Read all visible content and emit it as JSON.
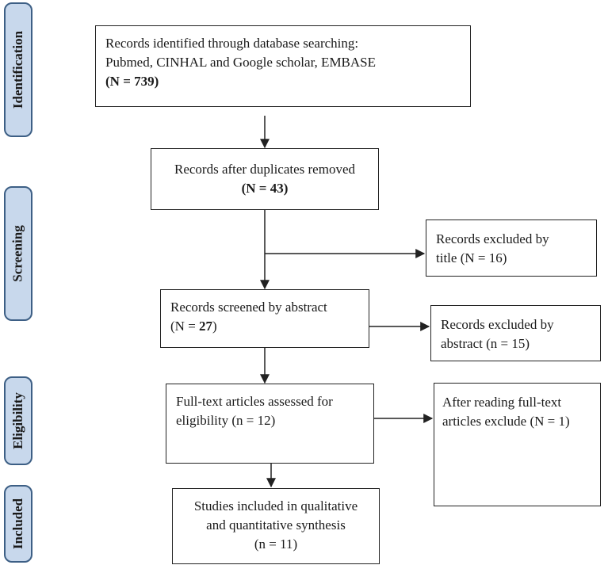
{
  "phases": {
    "identification": "Identification",
    "screening": "Screening",
    "eligibility": "Eligibility",
    "included": "Included"
  },
  "boxes": {
    "identified": {
      "line1": "Records identified through database searching:",
      "line2": "Pubmed, CINHAL and Google scholar, EMBASE",
      "count": "(N = 739)"
    },
    "duplicates_removed": {
      "line1": "Records after duplicates removed",
      "count": "(N = 43)"
    },
    "excluded_title": {
      "line1": "Records excluded by",
      "line2": "title (N = 16)"
    },
    "screened_abstract": {
      "line1": "Records screened by abstract",
      "count_prefix": "(N = ",
      "count_value": "27",
      "count_suffix": ")"
    },
    "excluded_abstract": {
      "line1": "Records excluded by",
      "line2": "abstract (n = 15)"
    },
    "fulltext_assessed": {
      "line1": "Full-text articles assessed for",
      "line2": "eligibility (n = 12)"
    },
    "fulltext_excluded": {
      "line1": "After reading full-text",
      "line2": "articles exclude (N = 1)"
    },
    "included": {
      "line1": "Studies included in qualitative",
      "line2": "and quantitative synthesis",
      "line3": "(n = 11)"
    }
  }
}
